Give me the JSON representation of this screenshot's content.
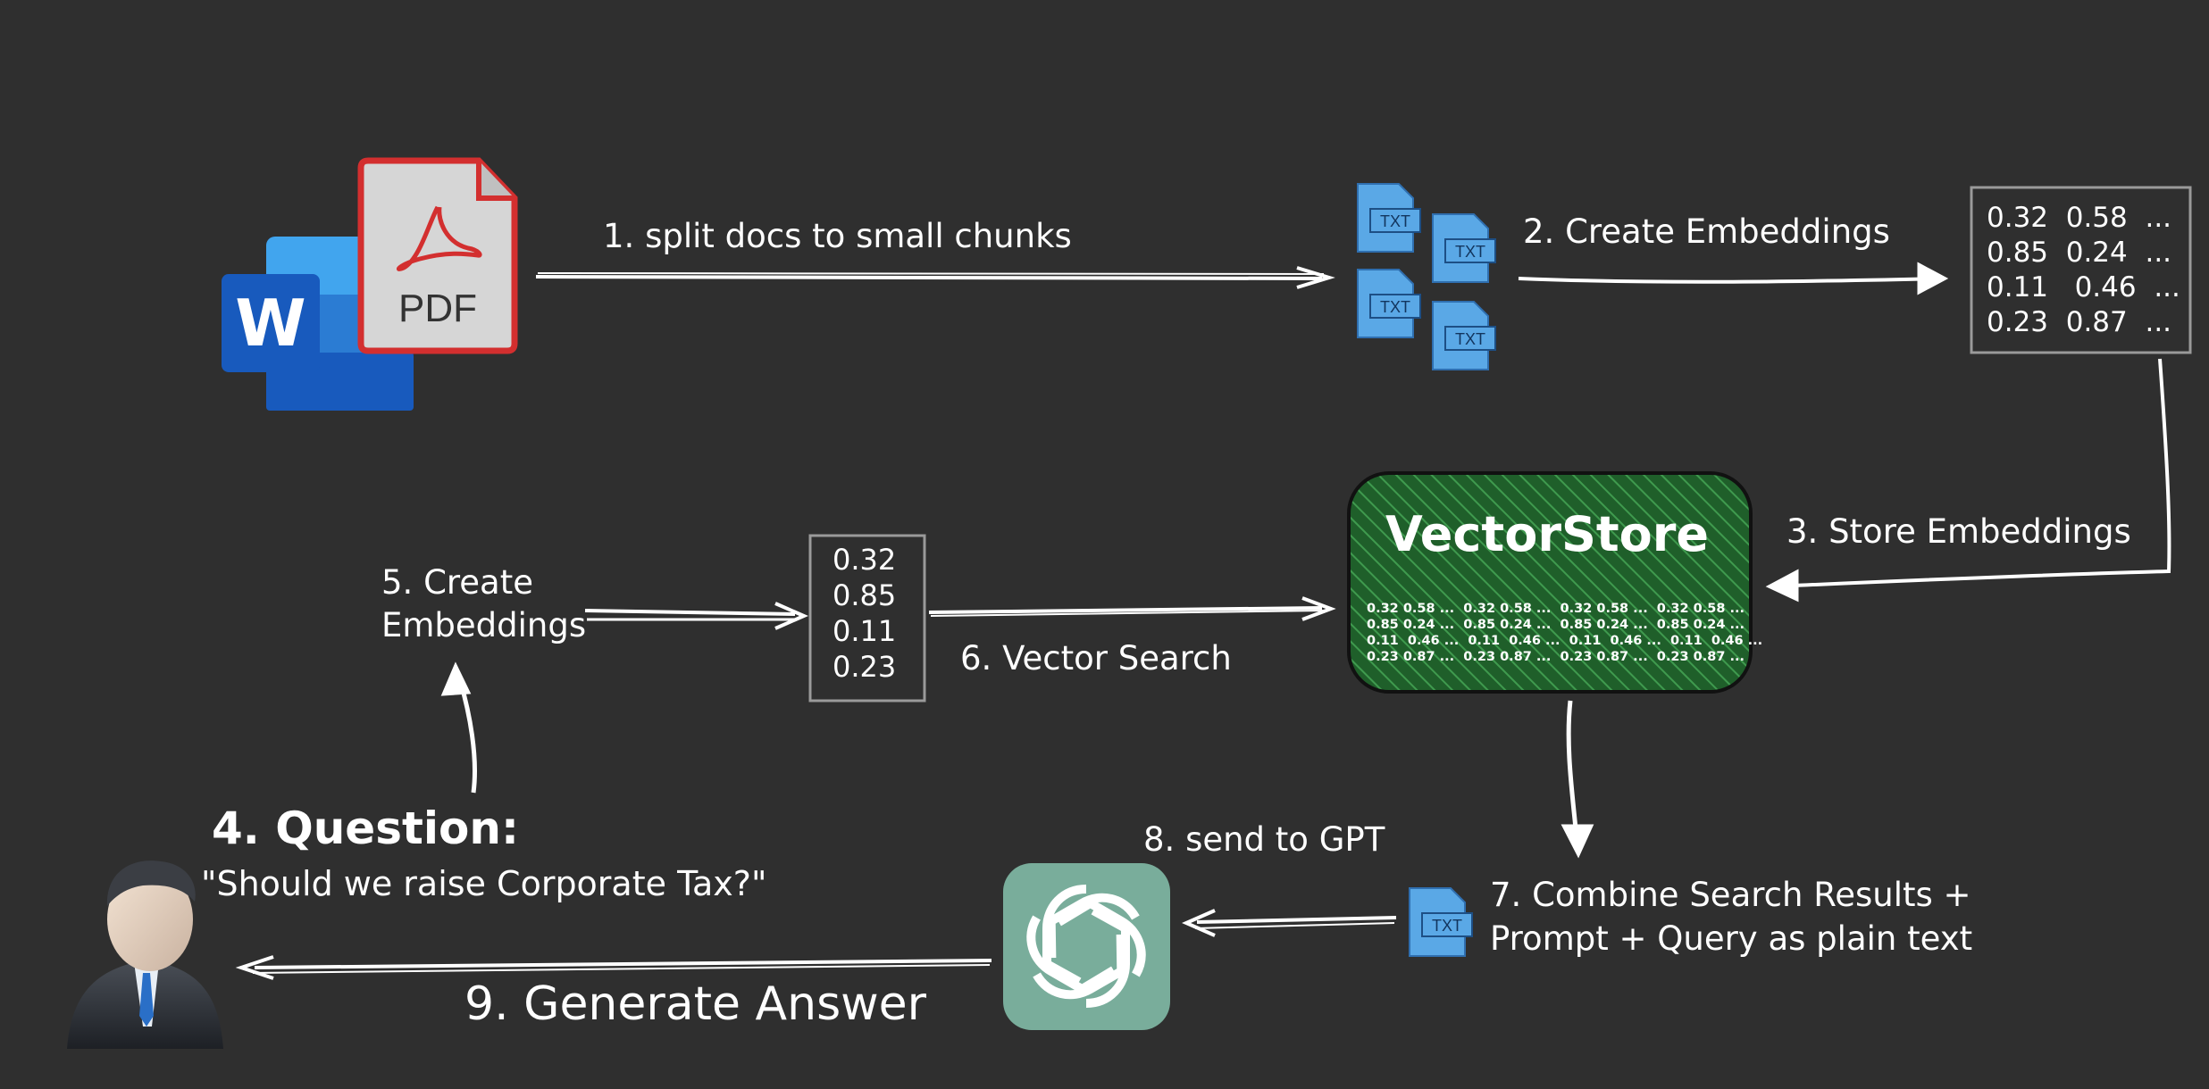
{
  "colors": {
    "background": "#2f2f2f",
    "stroke": "#ffffff",
    "txt_file": "#5aa8e6",
    "vectorstore_fill": "#1f5f2a",
    "gpt_tile": "#79ad9b",
    "pdf_red": "#d32f2f",
    "word_blue": "#185abd"
  },
  "icons": {
    "word": "word-doc-icon",
    "pdf": "pdf-doc-icon",
    "txt": "txt-file-icon",
    "gpt": "openai-logo-icon",
    "user": "businessman-avatar-icon"
  },
  "diagram": {
    "pdf_label": "PDF",
    "word_label": "W",
    "txt_label": "TXT",
    "step1": "1. split docs to small chunks",
    "step2": "2. Create Embeddings",
    "step3": "3. Store Embeddings",
    "step4_title": "4. Question:",
    "step4_question": "\"Should we raise Corporate Tax?\"",
    "step5_line1": "5. Create",
    "step5_line2": "Embeddings",
    "step6": "6. Vector Search",
    "step7_line1": "7. Combine Search Results +",
    "step7_line2": "Prompt + Query as plain text",
    "step8": "8. send to GPT",
    "step9": "9. Generate Answer",
    "vectorstore_title": "VectorStore",
    "matrix_rows": [
      "0.32  0.58  ...",
      "0.85  0.24  ...",
      "0.11   0.46  ...",
      "0.23  0.87  ..."
    ],
    "vector_values": [
      "0.32",
      "0.85",
      "0.11",
      "0.23"
    ],
    "vs_rows": [
      "0.32 0.58 ...  0.32 0.58 ...  0.32 0.58 ...  0.32 0.58 ...",
      "0.85 0.24 ...  0.85 0.24 ...  0.85 0.24 ...  0.85 0.24 ...",
      "0.11  0.46 ...  0.11  0.46 ...  0.11  0.46 ...  0.11  0.46 ...",
      "0.23 0.87 ...  0.23 0.87 ...  0.23 0.87 ...  0.23 0.87 ..."
    ]
  }
}
